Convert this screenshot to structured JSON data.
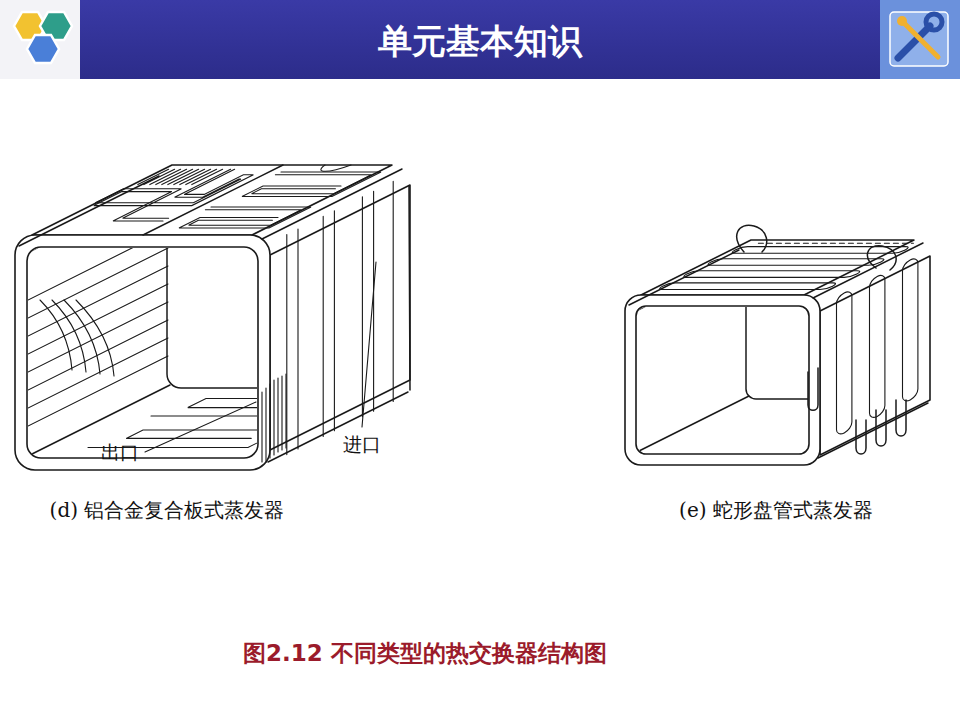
{
  "diagram": {
    "title": "单元基本知识",
    "caption": "图2.12 不同类型的热交换器结构图",
    "labels": [
      "出口",
      "进口",
      "(d) 铝合金复合板式蒸发器",
      "(e) 蛇形盘管式蒸发器"
    ]
  }
}
